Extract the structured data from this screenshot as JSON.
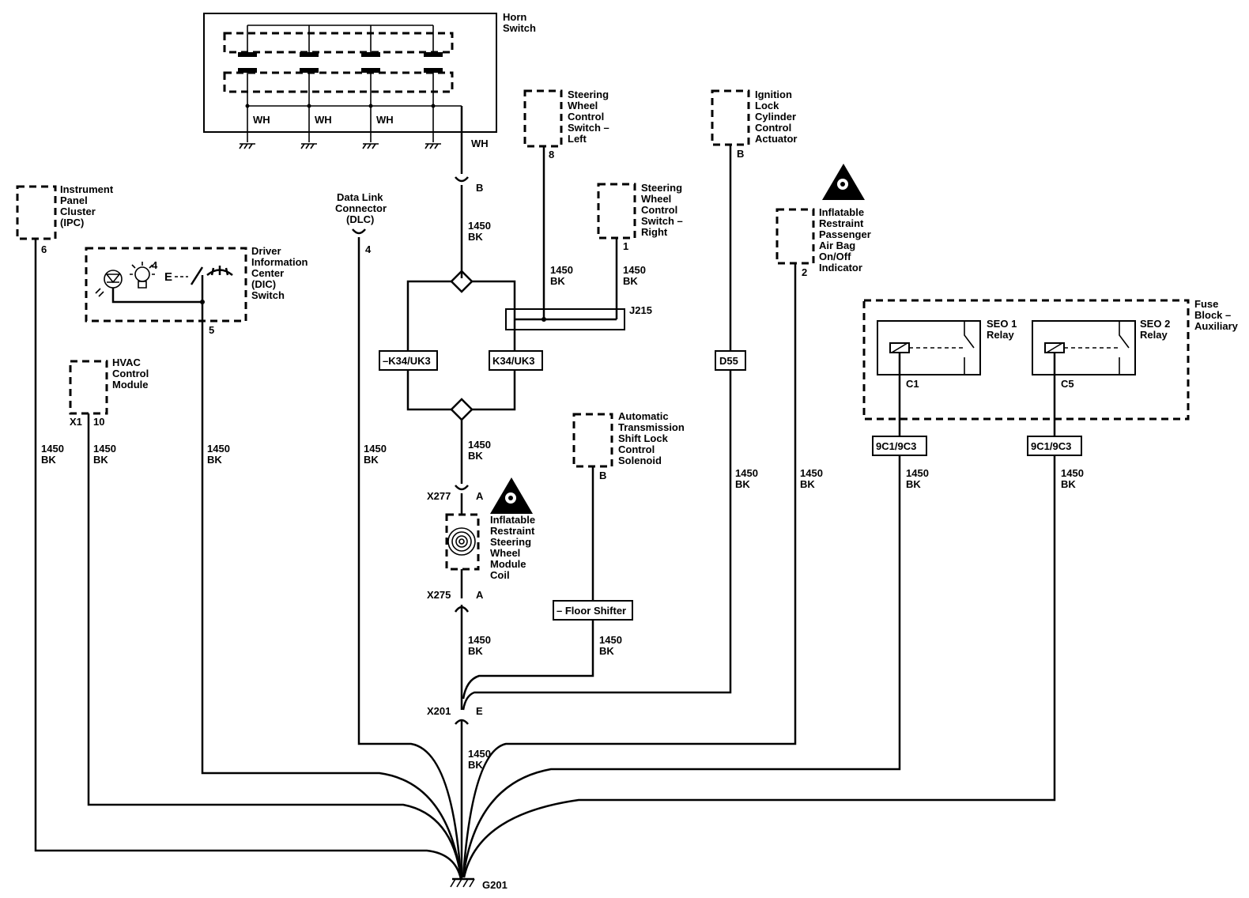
{
  "components": {
    "horn_switch": [
      "Horn",
      "Switch"
    ],
    "ipc": [
      "Instrument",
      "Panel",
      "Cluster",
      "(IPC)"
    ],
    "dlc": [
      "Data Link",
      "Connector",
      "(DLC)"
    ],
    "dic": [
      "Driver",
      "Information",
      "Center",
      "(DIC)",
      "Switch"
    ],
    "hvac": [
      "HVAC",
      "Control",
      "Module"
    ],
    "swc_left": [
      "Steering",
      "Wheel",
      "Control",
      "Switch –",
      "Left"
    ],
    "swc_right": [
      "Steering",
      "Wheel",
      "Control",
      "Switch –",
      "Right"
    ],
    "ignition_lock": [
      "Ignition",
      "Lock",
      "Cylinder",
      "Control",
      "Actuator"
    ],
    "airbag_indicator": [
      "Inflatable",
      "Restraint",
      "Passenger",
      "Air Bag",
      "On/Off",
      "Indicator"
    ],
    "steering_coil": [
      "Inflatable",
      "Restraint",
      "Steering",
      "Wheel",
      "Module",
      "Coil"
    ],
    "shift_lock": [
      "Automatic",
      "Transmission",
      "Shift Lock",
      "Control",
      "Solenoid"
    ],
    "fuse_block": [
      "Fuse",
      "Block –",
      "Auxiliary"
    ],
    "seo1_relay": [
      "SEO 1",
      "Relay"
    ],
    "seo2_relay": [
      "SEO 2",
      "Relay"
    ]
  },
  "wire": {
    "circuit": "1450",
    "color": "BK",
    "horn_color": "WH"
  },
  "pins": {
    "ipc": "6",
    "dlc": "4",
    "dic": "5",
    "dic_bulb": "4",
    "hvac_conn": "X1",
    "hvac": "10",
    "swc_left": "8",
    "swc_right": "1",
    "horn": "B",
    "ignition": "B",
    "airbag_ind": "2",
    "shift_lock": "B",
    "relay1": "C1",
    "relay2": "C5"
  },
  "connectors": {
    "x277": "X277",
    "x277_pin": "A",
    "x275": "X275",
    "x275_pin": "A",
    "x201": "X201",
    "x201_pin": "E",
    "j215": "J215",
    "ground": "G201"
  },
  "options": {
    "not_k34": "–K34/UK3",
    "k34": "K34/UK3",
    "d55": "D55",
    "floor_shifter": "– Floor Shifter",
    "relay_opt": "9C1/9C3"
  }
}
